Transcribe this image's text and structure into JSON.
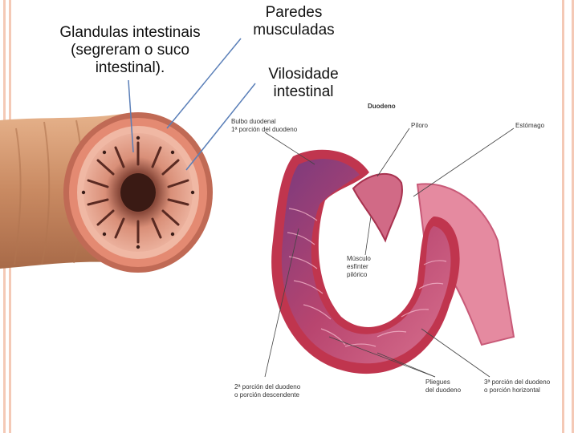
{
  "labels": {
    "glandulas": [
      "Glandulas intestinais",
      "(segreram o suco",
      "intestinal)."
    ],
    "paredes": [
      "Paredes",
      "musculadas"
    ],
    "vilosidade": [
      "Vilosidade",
      "intestinal"
    ],
    "duodeno": "Duodeno",
    "bulbo": [
      "Bulbo duodenal",
      "1ª porción del duodeno"
    ],
    "piloro": "Píloro",
    "estomago": "Estómago",
    "musculo": [
      "Músculo",
      "esfínter",
      "pilórico"
    ],
    "segunda": [
      "2ª porción del duodeno",
      "o porción descendente"
    ],
    "pliegues": [
      "Pliegues",
      "del duodeno"
    ],
    "tercera": [
      "3ª porción del duodeno",
      "o porción horizontal"
    ]
  },
  "colors": {
    "stripe": "#f4c9b6",
    "intestine_outer": "#c98a62",
    "muscle_ring": "#d8745f",
    "mucosa": "#e59a84",
    "duodenum_wall": "#c0354e",
    "duodenum_inner": "#9c3a72",
    "stomach": "#e58aa0",
    "leader_line": "#5a7fb8"
  }
}
